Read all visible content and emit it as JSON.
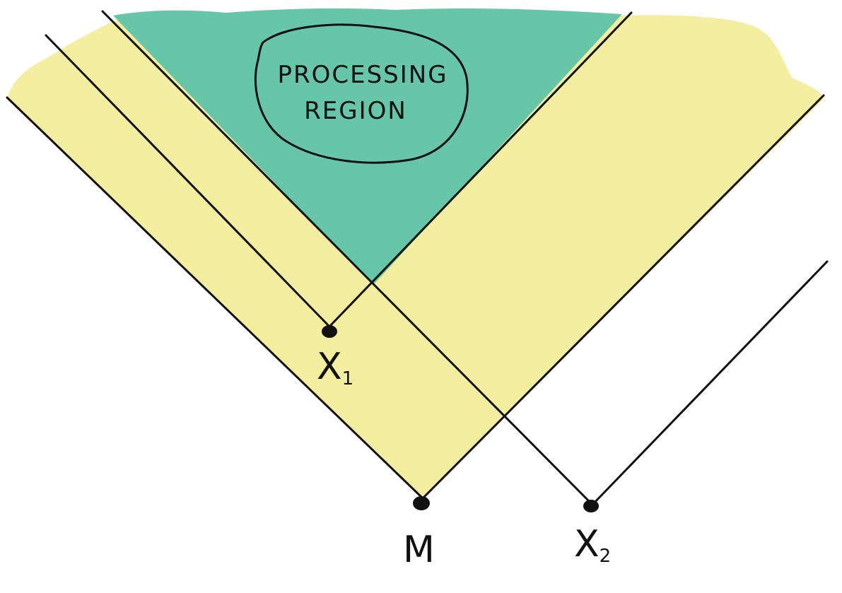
{
  "diagram": {
    "colors": {
      "yellow_region": "#F4EEA0",
      "green_region": "#67C6A8",
      "ink": "#111111",
      "background": "#FFFFFF"
    },
    "region_label": {
      "line1": "PROCESSING",
      "line2": "REGION"
    },
    "points": {
      "m": {
        "label": "M"
      },
      "x1": {
        "label": "X",
        "subscript": "1"
      },
      "x2": {
        "label": "X",
        "subscript": "2"
      }
    }
  }
}
